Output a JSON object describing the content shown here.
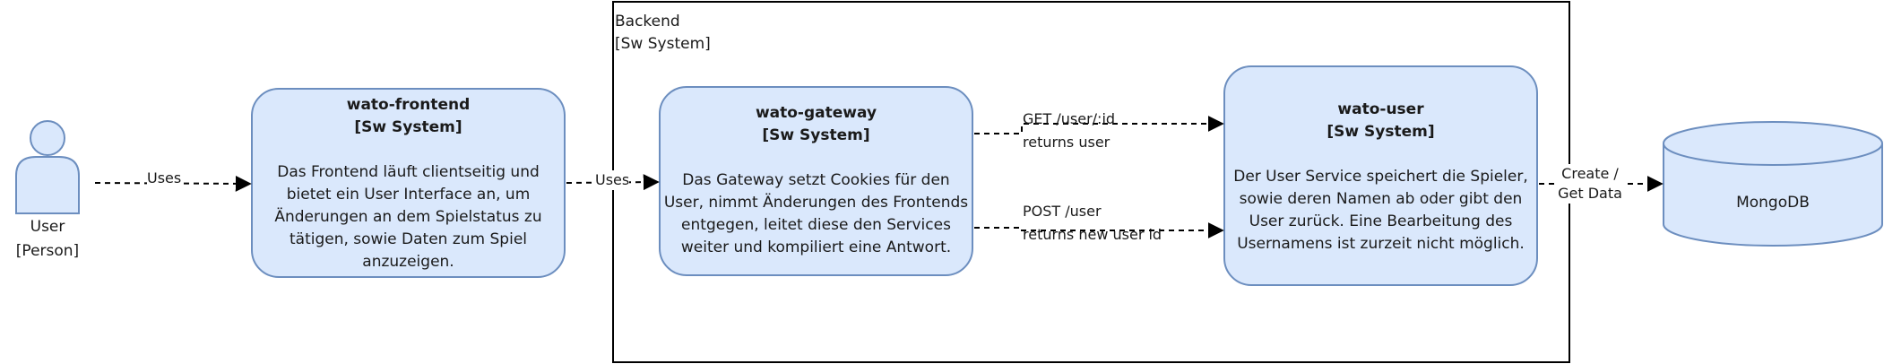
{
  "person": {
    "name": "User",
    "type": "[Person]"
  },
  "boundary": {
    "name": "Backend",
    "type": "[Sw System]"
  },
  "frontend": {
    "title": "wato-frontend",
    "type": "[Sw System]",
    "description": "Das Frontend läuft clientseitig und bietet ein User Interface an, um Änderungen an dem Spielstatus zu tätigen, sowie Daten zum Spiel anzuzeigen."
  },
  "gateway": {
    "title": "wato-gateway",
    "type": "[Sw System]",
    "description": "Das Gateway setzt Cookies für den User, nimmt Änderungen des Frontends entgegen, leitet diese den Services weiter und kompiliert eine Antwort."
  },
  "user_service": {
    "title": "wato-user",
    "type": "[Sw System]",
    "description": "Der User Service speichert die Spieler, sowie deren Namen ab oder gibt den User zurück. Eine Bearbeitung des Usernamens ist zurzeit nicht möglich."
  },
  "database": {
    "name": "MongoDB"
  },
  "edges": {
    "user_frontend": "Uses",
    "frontend_gateway": "Uses",
    "get_user_line1": "GET /user/:id",
    "get_user_line2": "returns user",
    "post_user_line1": "POST /user",
    "post_user_line2": "returns new user id",
    "db_line1": "Create /",
    "db_line2": "Get Data"
  },
  "colors": {
    "box_fill": "#dae8fc",
    "box_stroke": "#6c8ebf",
    "line": "#000000"
  }
}
